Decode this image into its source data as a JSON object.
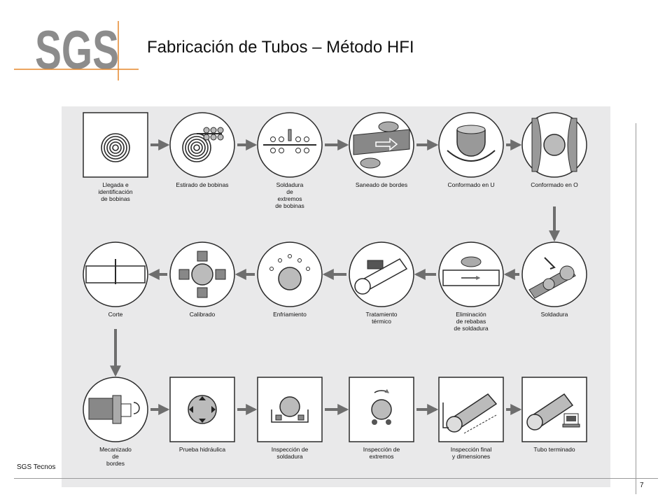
{
  "header": {
    "logo_text": "SGS",
    "title": "Fabricación de Tubos – Método HFI"
  },
  "footer": {
    "left_text": "SGS Tecnos",
    "page_number": "7"
  },
  "colors": {
    "logo_gray": "#8c8c8c",
    "logo_orange": "#e5872a",
    "panel_bg": "#e9e9ea",
    "step_fill": "#ffffff",
    "arrow": "#6e6e6e"
  },
  "diagram": {
    "steps": [
      {
        "id": "llegada",
        "label": "Llegada e\nidentificación\nde bobinas",
        "shape": "square",
        "icon": "coil-icon"
      },
      {
        "id": "estirado",
        "label": "Estirado de bobinas",
        "shape": "circle",
        "icon": "coil-rollers-icon"
      },
      {
        "id": "soldadura-extremos",
        "label": "Soldadura\nde\nextremos\nde bobinas",
        "shape": "circle",
        "icon": "end-weld-icon"
      },
      {
        "id": "saneado",
        "label": "Saneado de bordes",
        "shape": "circle",
        "icon": "edge-trim-icon"
      },
      {
        "id": "conformado-u",
        "label": "Conformado en U",
        "shape": "circle",
        "icon": "u-forming-icon"
      },
      {
        "id": "conformado-o",
        "label": "Conformado en O",
        "shape": "circle",
        "icon": "o-forming-icon"
      },
      {
        "id": "soldadura",
        "label": "Soldadura",
        "shape": "circle",
        "icon": "hf-weld-icon"
      },
      {
        "id": "eliminacion",
        "label": "Eliminación\nde rebabas\nde soldadura",
        "shape": "circle",
        "icon": "deburr-icon"
      },
      {
        "id": "tratamiento",
        "label": "Tratamiento\ntérmico",
        "shape": "circle",
        "icon": "heat-treatment-icon"
      },
      {
        "id": "enfriamiento",
        "label": "Enfriamiento",
        "shape": "circle",
        "icon": "cooling-icon"
      },
      {
        "id": "calibrado",
        "label": "Calibrado",
        "shape": "circle",
        "icon": "sizing-icon"
      },
      {
        "id": "corte",
        "label": "Corte",
        "shape": "circle",
        "icon": "cut-icon"
      },
      {
        "id": "mecanizado",
        "label": "Mecanizado\nde\nbordes",
        "shape": "circle",
        "icon": "edge-machining-icon"
      },
      {
        "id": "prueba",
        "label": "Prueba hidráulica",
        "shape": "square",
        "icon": "hydro-test-icon"
      },
      {
        "id": "insp-soldadura",
        "label": "Inspección de\nsoldadura",
        "shape": "square",
        "icon": "weld-inspection-icon"
      },
      {
        "id": "insp-extremos",
        "label": "Inspección de\nextremos",
        "shape": "square",
        "icon": "end-inspection-icon"
      },
      {
        "id": "insp-final",
        "label": "Inspección final\ny dimensiones",
        "shape": "square",
        "icon": "final-inspection-icon"
      },
      {
        "id": "terminado",
        "label": "Tubo terminado",
        "shape": "square",
        "icon": "finished-pipe-icon"
      }
    ]
  }
}
